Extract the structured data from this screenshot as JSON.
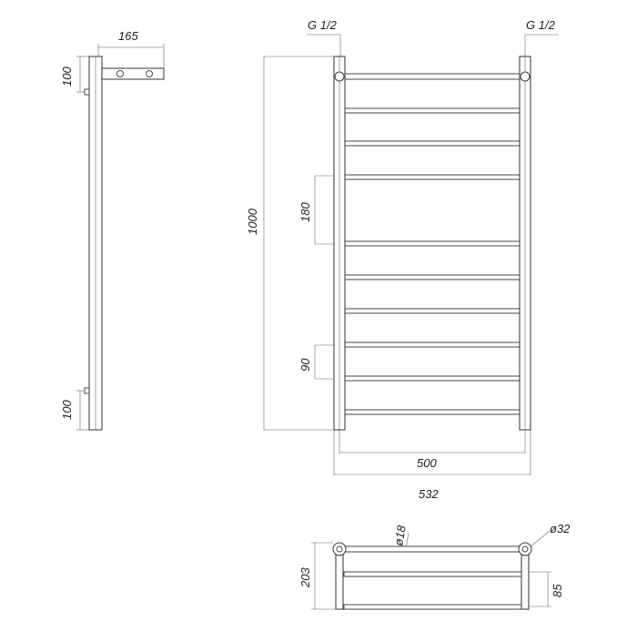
{
  "drawing": {
    "side_view": {
      "depth": "165",
      "top_offset": "100",
      "bottom_offset": "100"
    },
    "front_view": {
      "left_connection": "G 1/2",
      "right_connection": "G 1/2",
      "height": "1000",
      "spacing_large": "180",
      "spacing_small": "90",
      "center_distance": "500",
      "overall_width": "532"
    },
    "top_view": {
      "bar_diameter": "ø18",
      "pipe_diameter": "ø32",
      "total_depth": "203",
      "shelf_depth": "85"
    }
  }
}
